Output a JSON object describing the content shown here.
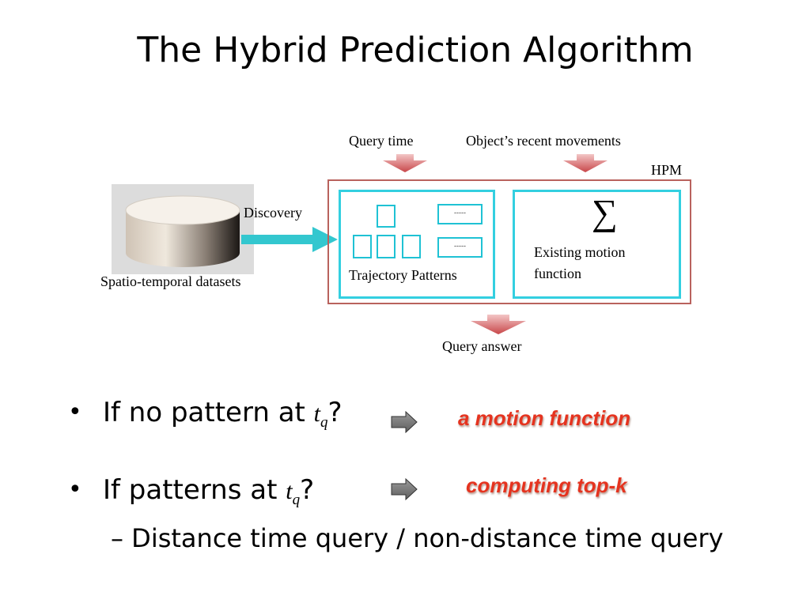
{
  "slide": {
    "title": "The Hybrid Prediction Algorithm"
  },
  "diagram": {
    "query_time_label": "Query time",
    "recent_movements_label": "Object’s recent movements",
    "hpm_label": "HPM",
    "discovery_label": "Discovery",
    "datasets_label": "Spatio-temporal datasets",
    "trajectory_patterns_label": "Trajectory Patterns",
    "pattern_box_text_1": "-----",
    "pattern_box_text_2": "-----",
    "sigma_symbol": "∑",
    "motion_function_line1": "Existing motion",
    "motion_function_line2": "function",
    "query_answer_label": "Query answer",
    "colors": {
      "hpm_border": "#b9625d",
      "cyan": "#33cfe0",
      "arrow_red": "#c8474a",
      "highlight_red": "#e5331f"
    }
  },
  "bullets": [
    {
      "prefix": "If no pattern at ",
      "var": "t",
      "sub": "q",
      "suffix": "?",
      "result": "a motion function"
    },
    {
      "prefix": "If patterns at ",
      "var": "t",
      "sub": "q",
      "suffix": "?",
      "result": "computing top-k"
    }
  ],
  "sub_bullet": {
    "dash": "–",
    "text": "Distance time query / non-distance time query"
  },
  "icons": [
    "database-cylinder-icon",
    "right-arrow-icon",
    "down-arrow-icon",
    "sigma-icon"
  ]
}
